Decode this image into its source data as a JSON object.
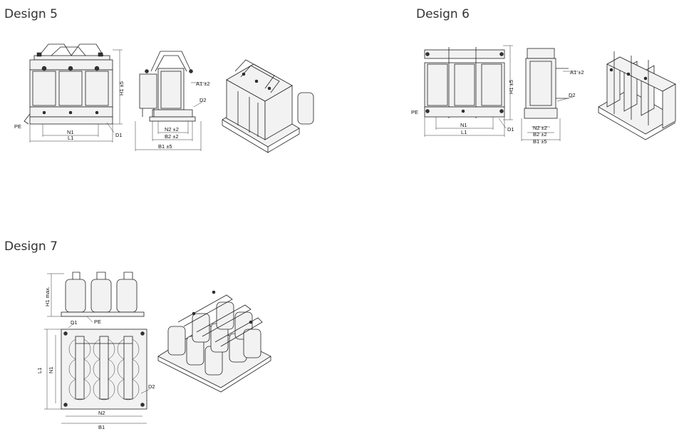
{
  "designs": [
    {
      "heading": "Design 5",
      "labels": {
        "pe": "PE",
        "n1": "N1",
        "l1": "L1",
        "d1": "D1",
        "h1": "H1 ±5",
        "a1": "A1 ±2",
        "d2": "D2",
        "n2": "N2 ±2",
        "b2": "B2 ±2",
        "b1": "B1 ±5"
      }
    },
    {
      "heading": "Design 6",
      "labels": {
        "pe": "PE",
        "n1": "N1",
        "l1": "L1",
        "d1": "D1",
        "h1": "H1 ±5",
        "a1": "A1 ±2",
        "d2": "D2",
        "n2": "N2 ±2",
        "b2": "B2 ±2",
        "b1": "B1 ±5"
      }
    },
    {
      "heading": "Design 7",
      "labels": {
        "h1": "H1 max.",
        "pe": "PE",
        "d1": "D1",
        "l1": "L1",
        "n1": "N1",
        "d2": "D2",
        "n2": "N2",
        "b1": "B1"
      }
    }
  ]
}
